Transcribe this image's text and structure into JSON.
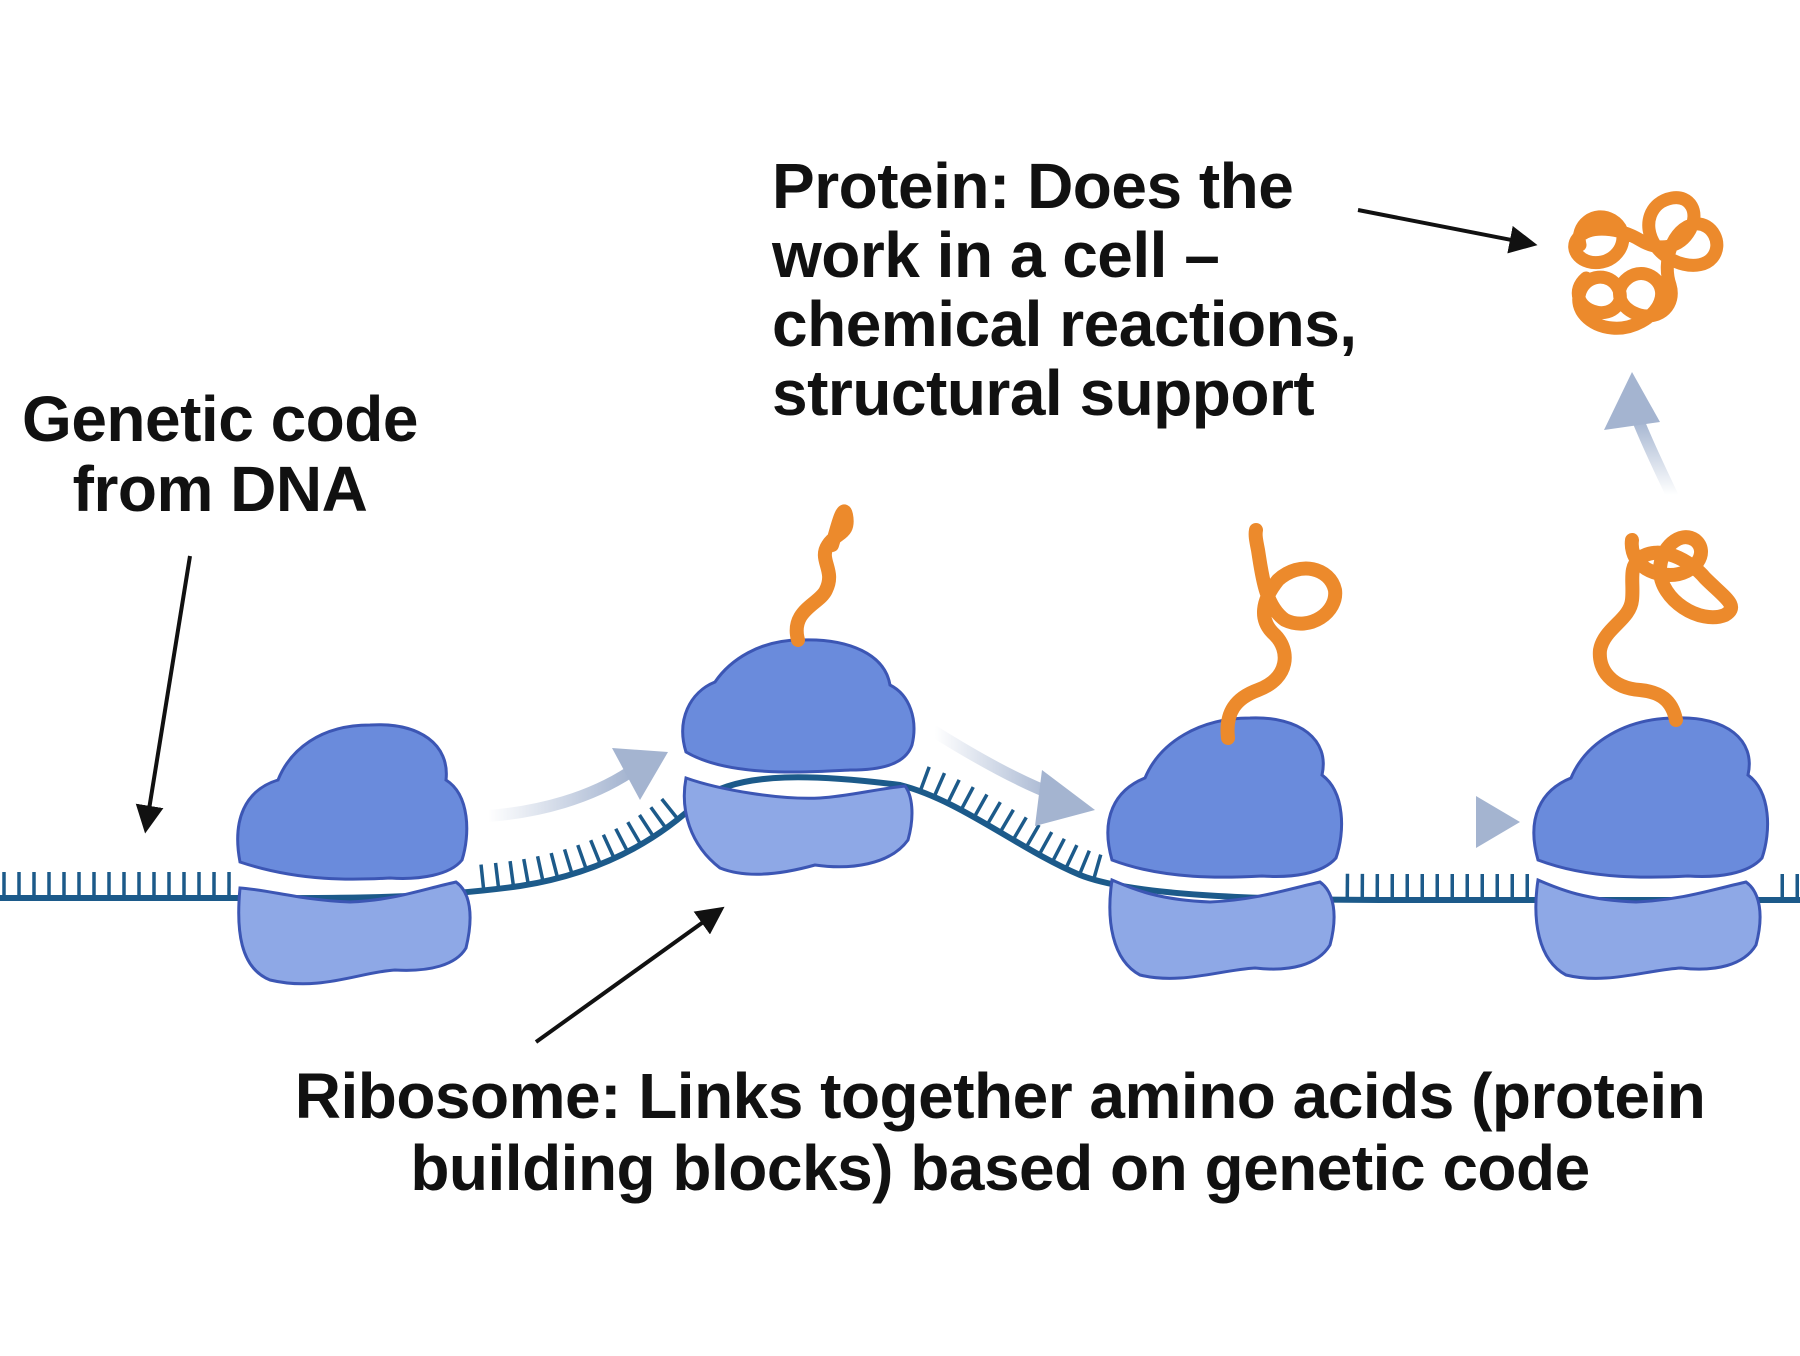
{
  "labels": {
    "dna": [
      "Genetic code",
      "from DNA"
    ],
    "protein": [
      "Protein: Does the",
      "work in a cell –",
      "chemical reactions,",
      "structural support"
    ],
    "ribosome": [
      "Ribosome: Links together amino acids (protein",
      "building blocks) based on genetic code"
    ]
  },
  "colors": {
    "mrna": "#1c5a8a",
    "ribosome_large": "#6a8bdc",
    "ribosome_small": "#8ea8e6",
    "ribosome_outline": "#3c56b4",
    "protein": "#ec8a2c",
    "flow_arrow": "#a4b4d0",
    "label_arrow": "#111111"
  },
  "stages": [
    {
      "name": "initiation",
      "protein_chain": "none"
    },
    {
      "name": "elongation-early",
      "protein_chain": "short"
    },
    {
      "name": "elongation-late",
      "protein_chain": "medium"
    },
    {
      "name": "termination",
      "protein_chain": "long"
    }
  ]
}
